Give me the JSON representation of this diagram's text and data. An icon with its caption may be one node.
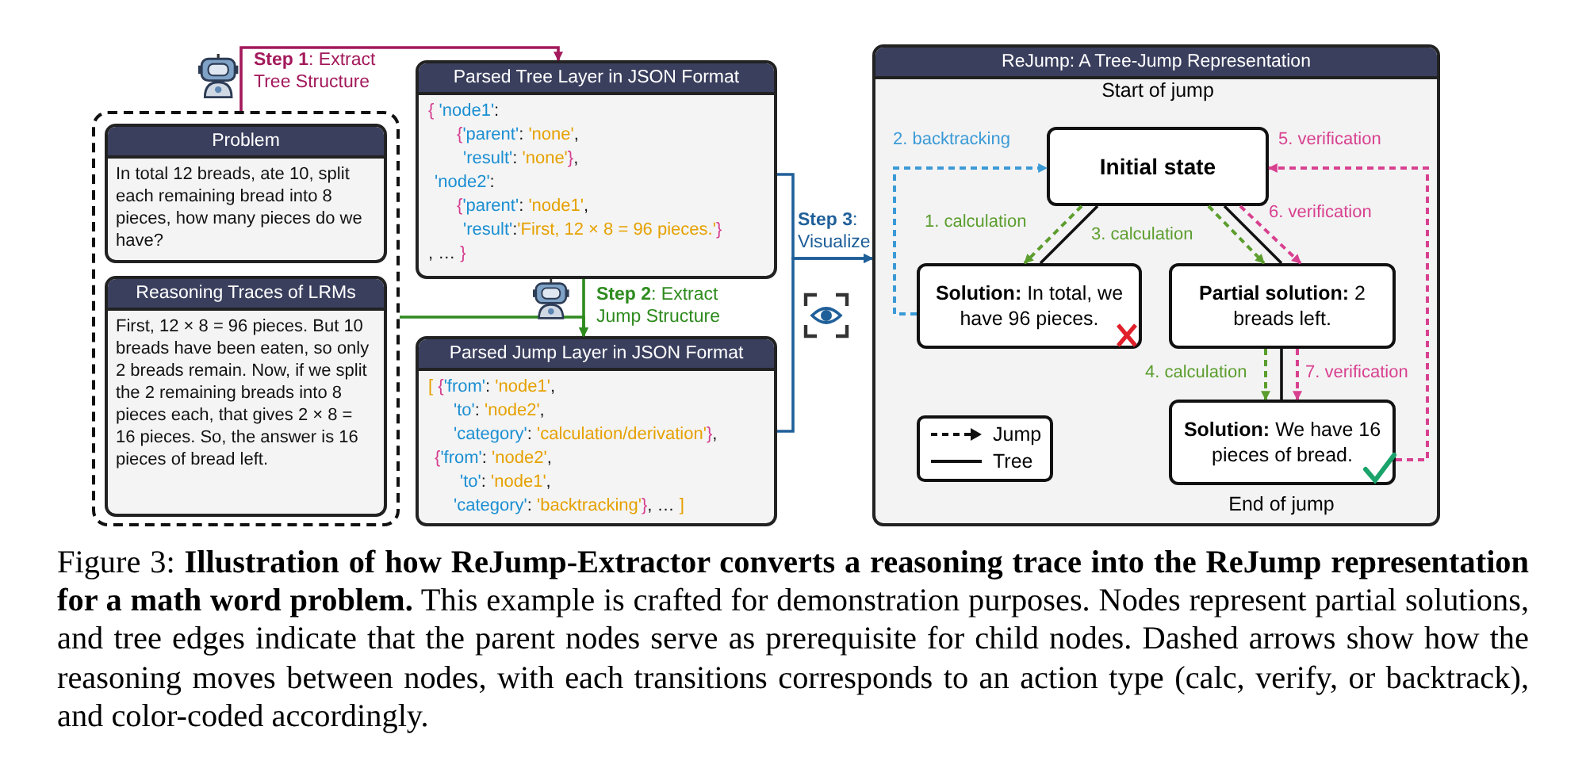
{
  "diagram": {
    "nodes": [
      {
        "text": [],
        "shape": "box"
      },
      {
        "text": [
          "Problem",
          "In total 12 breads, ate 10, split each remaining bread into 8 pieces, how many pieces do we have?"
        ],
        "in": 0
      },
      {
        "text": [
          "Reasoning Traces of LRMs",
          "First, 12 × 8 = 96 pieces. But 10 breads have been eaten, so only 2 breads remain. Now, if we split the 2 remaining breads into 8 pieces each, that gives 2 × 8 = 16 pieces. So, the answer is 16 pieces of bread left."
        ],
        "in": 0
      },
      {
        "text": [
          "Parsed Tree Layer in JSON Format",
          "{ 'node1':",
          "{'parent': 'none',",
          "'result': 'none'},",
          "'node2':",
          "{'parent': 'node1',",
          "'result':'First, 12 × 8 = 96 pieces.'}",
          ", … }"
        ]
      },
      {
        "text": [
          "Parsed Jump Layer in JSON Format",
          "[ {'from': 'node1',",
          "'to': 'node2',",
          "'category': 'calculation/derivation'},",
          "{'from': 'node2',",
          "'to': 'node1',",
          "'category': 'backtracking'}, … ]"
        ]
      },
      {
        "text": [
          "ReJump: A Tree-Jump Representation"
        ]
      },
      {
        "text": [
          "Initial state"
        ],
        "in": 5,
        "beside": [
          "Start of jump"
        ]
      },
      {
        "text": [
          "**Solution:** In total, we have 96 pieces."
        ],
        "in": 5
      },
      {
        "text": [
          "**Partial solution:** 2 breads left."
        ],
        "in": 5
      },
      {
        "text": [
          "**Solution:** We have 16 pieces of bread."
        ],
        "in": 5,
        "beside": [
          "End of jump"
        ]
      }
    ],
    "edges": [
      {
        "from": 0,
        "to": 3,
        "arrow": "to",
        "label": "**Step 1**: Extract Tree Structure",
        "color": "#a3195b"
      },
      {
        "from": 0,
        "to": 4,
        "arrow": "to",
        "label": "**Step 2**: Extract Jump Structure",
        "color": "#2e8b1e"
      },
      {
        "from": 3,
        "to": 4,
        "arrow": "to",
        "color": "#2e8b1e"
      },
      {
        "from": 3,
        "to": 5,
        "arrow": "to",
        "label": "**Step 3**: Visualize",
        "color": "#1f5f99"
      },
      {
        "from": 4,
        "to": 5,
        "arrow": "to",
        "color": "#1f5f99"
      },
      {
        "from": 6,
        "to": 7,
        "arrow": "none"
      },
      {
        "from": 6,
        "to": 8,
        "arrow": "none"
      },
      {
        "from": 8,
        "to": 9,
        "arrow": "none"
      },
      {
        "from": 6,
        "to": 7,
        "arrow": "to",
        "label": "1. calculation",
        "style": "dashed",
        "color": "#5c9e2e"
      },
      {
        "from": 7,
        "to": 6,
        "arrow": "to",
        "label": "2. backtracking",
        "style": "dashed",
        "color": "#3b9ad6"
      },
      {
        "from": 6,
        "to": 8,
        "arrow": "to",
        "label": "3. calculation",
        "style": "dashed",
        "color": "#5c9e2e"
      },
      {
        "from": 8,
        "to": 9,
        "arrow": "to",
        "label": "4. calculation",
        "style": "dashed",
        "color": "#5c9e2e"
      },
      {
        "from": 9,
        "to": 6,
        "arrow": "to",
        "label": "5. verification",
        "style": "dashed",
        "color": "#d8418f"
      },
      {
        "from": 6,
        "to": 8,
        "arrow": "to",
        "label": "6. verification",
        "style": "dashed",
        "color": "#d8418f"
      },
      {
        "from": 8,
        "to": 9,
        "arrow": "to",
        "label": "7. verification",
        "style": "dashed",
        "color": "#d8418f"
      }
    ],
    "legend": [
      {
        "text": "Jump"
      },
      {
        "text": "Tree"
      }
    ],
    "caption": "Figure 3: **Illustration of how ReJump-Extractor converts a reasoning trace into the ReJump representation for a math word problem.** This example is crafted for demonstration purposes. Nodes represent partial solutions, and tree edges indicate that the parent nodes serve as prerequisite for child nodes. Dashed arrows show how the reasoning moves between nodes, with each transitions corresponds to an action type (calc, verify, or backtrack), and color-coded accordingly."
  }
}
